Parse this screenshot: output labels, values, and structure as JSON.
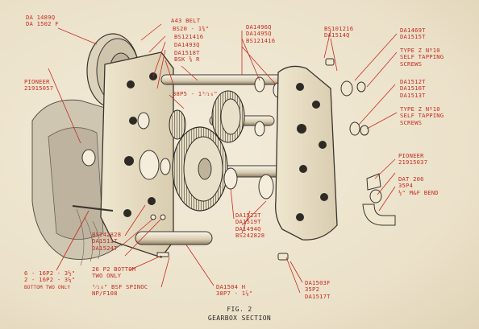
{
  "labels": {
    "da1489q": [
      "DA 1489Q",
      "DA 1502 F"
    ],
    "pioneer_left": [
      "PIONEER",
      "21915057"
    ],
    "a43_belt": [
      "A43 BELT"
    ],
    "bs20": [
      "BS20 - 1⅜\""
    ],
    "bs121416": [
      "BS121416"
    ],
    "da1493q": [
      "DA1493Q"
    ],
    "da1518t_bsk": [
      "DA1518T",
      "BSK ⅜ R"
    ],
    "38p5": [
      "38P5 - 1⁵⁄₁₆\""
    ],
    "da1496q": [
      "DA1496Q",
      "DA1495Q",
      "BS121416"
    ],
    "bs101216": [
      "BS101216",
      "DA1514Q"
    ],
    "da1469t": [
      "DA1469T",
      "DA1515T"
    ],
    "type_zno10_a": [
      "TYPE Z Nº10",
      "SELF TAPPING",
      "SCREWS"
    ],
    "da1512t": [
      "DA1512T",
      "DA1516T",
      "DA1513T"
    ],
    "type_zno10_b": [
      "TYPE Z Nº10",
      "SELF TAPPING",
      "SCREWS"
    ],
    "pioneer_right": [
      "PIONEER",
      "21915037"
    ],
    "dat206": [
      "DAT 206",
      "35P4",
      "½\" M&F BEND"
    ],
    "da1523t": [
      "DA1523T",
      "DA1519T",
      "DA1494Q",
      "BS242828"
    ],
    "bs242828": [
      "BS242828",
      "DA1511T",
      "DA1524T"
    ],
    "p2_bottom": [
      "26 P2 BOTTOM",
      "TWO ONLY"
    ],
    "bsf_spinoc": [
      "⁵⁄₁₆\" BSF SPINOC",
      "NP/F108"
    ],
    "da1504h": [
      "DA1504 H",
      "38P7 - 1⅞\""
    ],
    "da1503f": [
      "DA1503F",
      "35P2",
      "DA1517T"
    ],
    "p6_16": [
      "6 - 16P2 - 3½\"",
      "2 - 16P2 - 3¼\""
    ],
    "bottom_two": [
      "BOTTOM TWO ONLY"
    ]
  },
  "caption": {
    "fig": "FIG. 2",
    "title": "GEARBOX SECTION"
  },
  "colors": {
    "paper": "#efe7d2",
    "ink": "#2b2724",
    "callout": "#c42d22"
  }
}
